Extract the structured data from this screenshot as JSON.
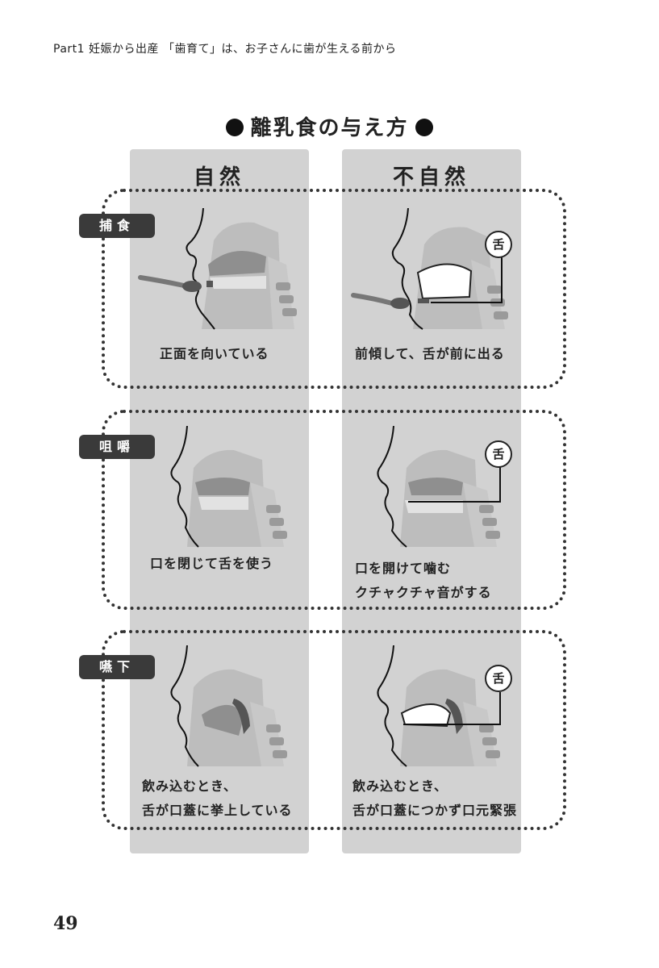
{
  "running_head": "Part1 妊娠から出産 「歯育て」は、お子さんに歯が生える前から",
  "title": "離乳食の与え方",
  "columns": {
    "natural": "自然",
    "unnatural": "不自然"
  },
  "tongue_label": "舌",
  "rows": [
    {
      "tag": "捕食",
      "natural_caption": [
        "正面を向いている"
      ],
      "unnatural_caption": [
        "前傾して、舌が前に出る"
      ]
    },
    {
      "tag": "咀嚼",
      "natural_caption": [
        "口を閉じて舌を使う"
      ],
      "unnatural_caption": [
        "口を開けて噛む",
        "クチャクチャ音がする"
      ]
    },
    {
      "tag": "嚥下",
      "natural_caption": [
        "飲み込むとき、",
        "舌が口蓋に挙上している"
      ],
      "unnatural_caption": [
        "飲み込むとき、",
        "舌が口蓋につかず口元緊張"
      ]
    }
  ],
  "page_number": "49"
}
